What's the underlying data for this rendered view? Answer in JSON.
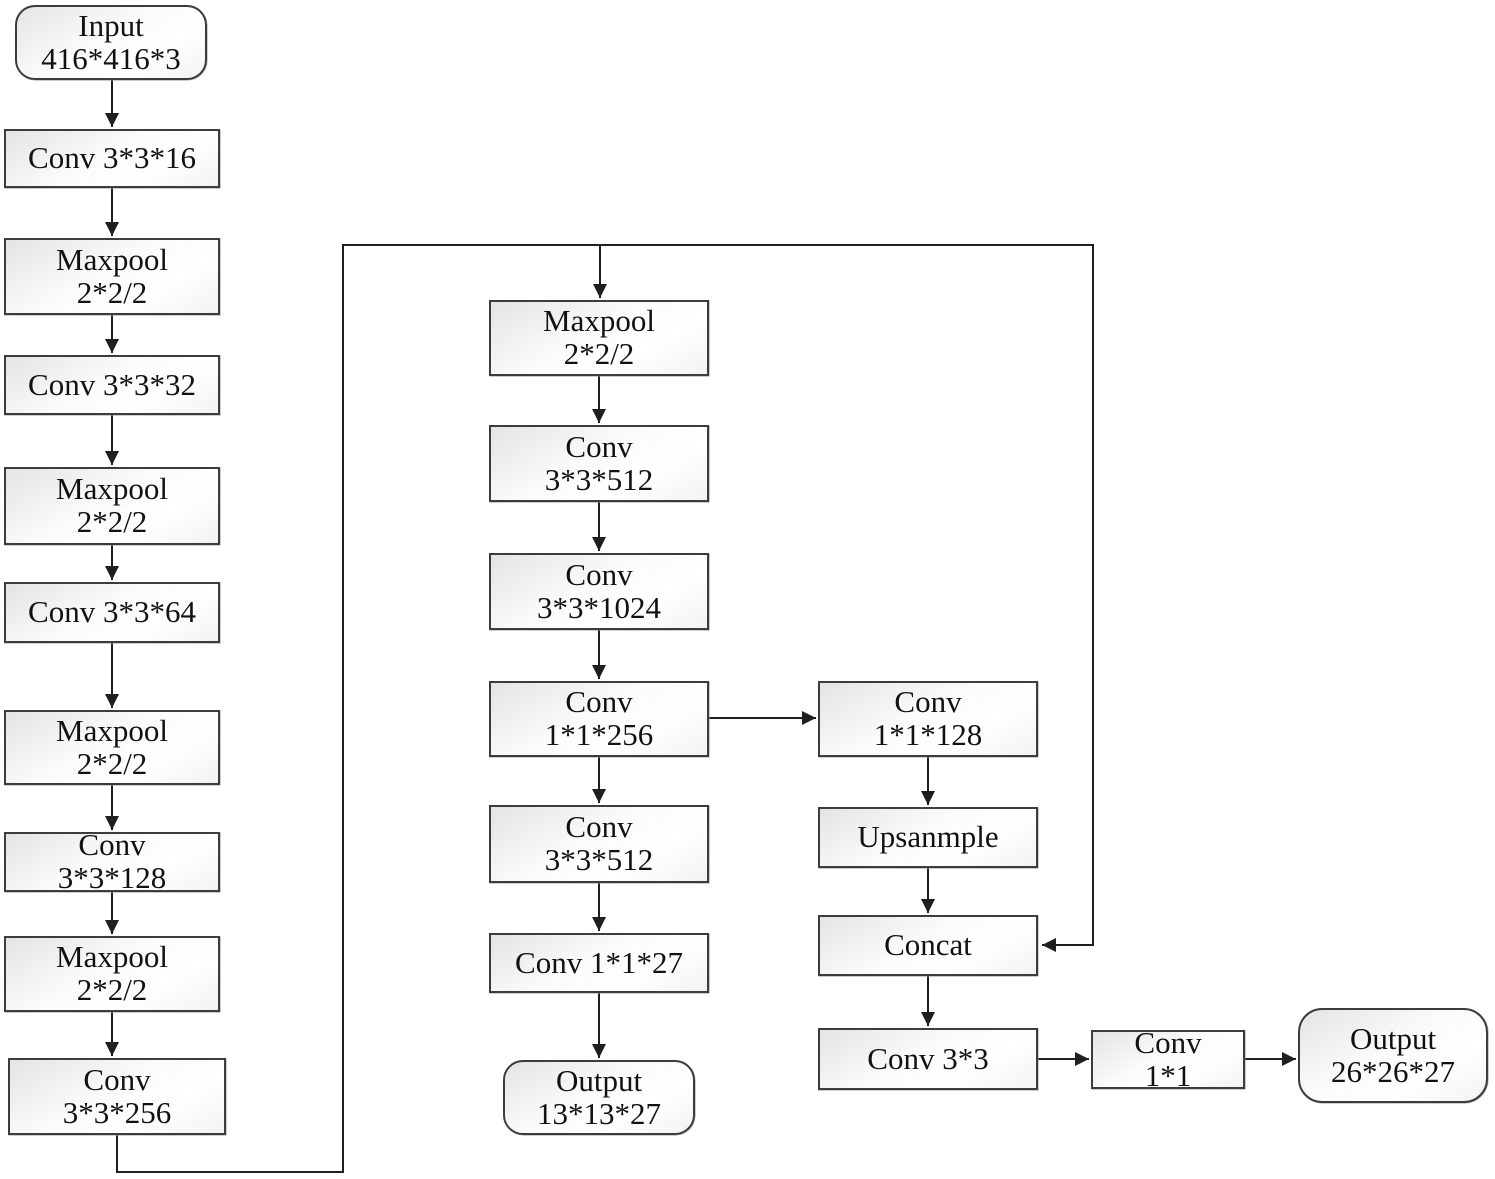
{
  "diagram": {
    "description_visible": false,
    "colors": {
      "background": "#ffffff",
      "box_border": "#3c3c3c",
      "box_fill_light": "#e4e4e4",
      "box_fill_white": "#ffffff",
      "edge_line": "#1f1f1f",
      "text": "#111111"
    }
  },
  "nodes": [
    {
      "id": "input",
      "shape": "rounded",
      "lines": [
        "Input",
        "416*416*3"
      ]
    },
    {
      "id": "conv16",
      "shape": "rect",
      "lines": [
        "Conv 3*3*16"
      ]
    },
    {
      "id": "maxpool1",
      "shape": "rect",
      "lines": [
        "Maxpool",
        "2*2/2"
      ]
    },
    {
      "id": "conv32",
      "shape": "rect",
      "lines": [
        "Conv 3*3*32"
      ]
    },
    {
      "id": "maxpool2",
      "shape": "rect",
      "lines": [
        "Maxpool",
        "2*2/2"
      ]
    },
    {
      "id": "conv64",
      "shape": "rect",
      "lines": [
        "Conv 3*3*64"
      ]
    },
    {
      "id": "maxpool3",
      "shape": "rect",
      "lines": [
        "Maxpool",
        "2*2/2"
      ]
    },
    {
      "id": "conv128",
      "shape": "rect",
      "lines": [
        "Conv",
        "3*3*128"
      ]
    },
    {
      "id": "maxpool4",
      "shape": "rect",
      "lines": [
        "Maxpool",
        "2*2/2"
      ]
    },
    {
      "id": "conv256",
      "shape": "rect",
      "lines": [
        "Conv",
        "3*3*256"
      ]
    },
    {
      "id": "mid-maxpool",
      "shape": "rect",
      "lines": [
        "Maxpool",
        "2*2/2"
      ]
    },
    {
      "id": "mid-conv512a",
      "shape": "rect",
      "lines": [
        "Conv",
        "3*3*512"
      ]
    },
    {
      "id": "mid-conv1024",
      "shape": "rect",
      "lines": [
        "Conv",
        "3*3*1024"
      ]
    },
    {
      "id": "mid-conv256",
      "shape": "rect",
      "lines": [
        "Conv",
        "1*1*256"
      ]
    },
    {
      "id": "mid-conv512b",
      "shape": "rect",
      "lines": [
        "Conv",
        "3*3*512"
      ]
    },
    {
      "id": "mid-conv27",
      "shape": "rect",
      "lines": [
        "Conv 1*1*27"
      ]
    },
    {
      "id": "output13",
      "shape": "rounded",
      "lines": [
        "Output",
        "13*13*27"
      ]
    },
    {
      "id": "r-conv128",
      "shape": "rect",
      "lines": [
        "Conv",
        "1*1*128"
      ]
    },
    {
      "id": "r-upsample",
      "shape": "rect",
      "lines": [
        "Upsanmple"
      ]
    },
    {
      "id": "r-concat",
      "shape": "rect",
      "lines": [
        "Concat"
      ]
    },
    {
      "id": "r-conv33",
      "shape": "rect",
      "lines": [
        "Conv 3*3"
      ]
    },
    {
      "id": "r-conv11",
      "shape": "rect",
      "lines": [
        "Conv",
        "1*1"
      ]
    },
    {
      "id": "output26",
      "shape": "rounded",
      "lines": [
        "Output",
        "26*26*27"
      ]
    }
  ],
  "edges": [
    {
      "from": "input",
      "to": "conv16"
    },
    {
      "from": "conv16",
      "to": "maxpool1"
    },
    {
      "from": "maxpool1",
      "to": "conv32"
    },
    {
      "from": "conv32",
      "to": "maxpool2"
    },
    {
      "from": "maxpool2",
      "to": "conv64"
    },
    {
      "from": "conv64",
      "to": "maxpool3"
    },
    {
      "from": "maxpool3",
      "to": "conv128"
    },
    {
      "from": "conv128",
      "to": "maxpool4"
    },
    {
      "from": "maxpool4",
      "to": "conv256"
    },
    {
      "from": "conv256",
      "to": "mid-maxpool",
      "route": "down-right-up-across"
    },
    {
      "from": "conv256",
      "to": "r-concat",
      "route": "down-right-up-across-down"
    },
    {
      "from": "mid-maxpool",
      "to": "mid-conv512a"
    },
    {
      "from": "mid-conv512a",
      "to": "mid-conv1024"
    },
    {
      "from": "mid-conv1024",
      "to": "mid-conv256"
    },
    {
      "from": "mid-conv256",
      "to": "mid-conv512b"
    },
    {
      "from": "mid-conv512b",
      "to": "mid-conv27"
    },
    {
      "from": "mid-conv27",
      "to": "output13"
    },
    {
      "from": "mid-conv256",
      "to": "r-conv128"
    },
    {
      "from": "r-conv128",
      "to": "r-upsample"
    },
    {
      "from": "r-upsample",
      "to": "r-concat"
    },
    {
      "from": "r-concat",
      "to": "r-conv33"
    },
    {
      "from": "r-conv33",
      "to": "r-conv11"
    },
    {
      "from": "r-conv11",
      "to": "output26"
    }
  ]
}
